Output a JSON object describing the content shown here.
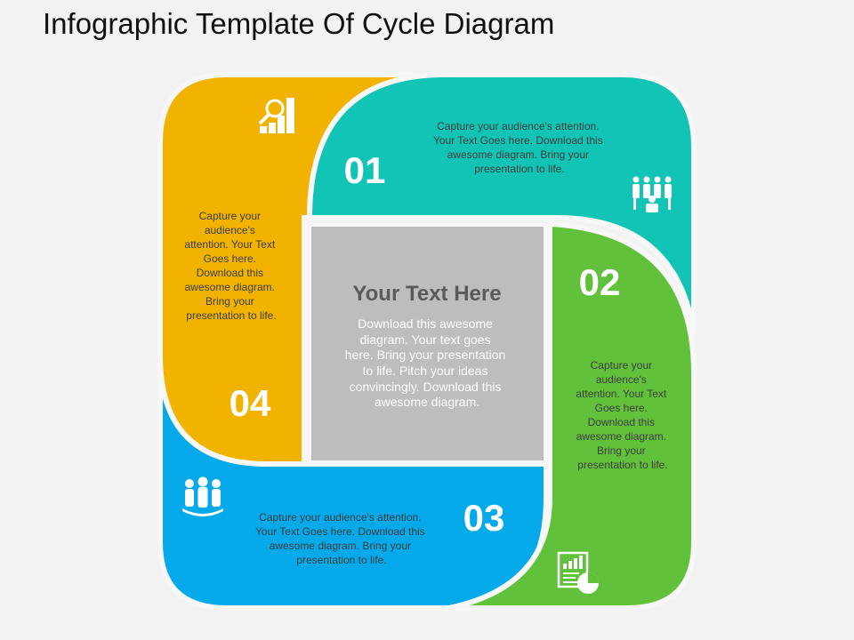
{
  "title": "Infographic Template Of Cycle Diagram",
  "colors": {
    "segment_01": "#12c4b5",
    "segment_02": "#61c13b",
    "segment_03": "#06aaea",
    "segment_04": "#f1b300",
    "center_box": "#bdbdbd",
    "background": "#f2f2f2"
  },
  "center": {
    "title": "Your Text Here",
    "lines": [
      "Download this awesome",
      "diagram. Your text goes",
      "here. Bring your presentation",
      "to life. Pitch your ideas",
      "convincingly. Download this",
      "awesome diagram."
    ]
  },
  "segments": [
    {
      "number": "01",
      "color": "teal",
      "icon": "team-meeting-icon",
      "lines": [
        "Capture your audience's attention.",
        "Your Text Goes here. Download this",
        "awesome diagram. Bring your",
        "presentation to life."
      ]
    },
    {
      "number": "02",
      "color": "green",
      "icon": "report-chart-icon",
      "lines": [
        "Capture your",
        "audience's",
        "attention. Your Text",
        "Goes here.",
        "Download this",
        "awesome diagram.",
        "Bring your",
        "presentation to life."
      ]
    },
    {
      "number": "03",
      "color": "blue",
      "icon": "group-people-icon",
      "lines": [
        "Capture your audience's attention.",
        "Your Text Goes here. Download this",
        "awesome diagram. Bring your",
        "presentation to life."
      ]
    },
    {
      "number": "04",
      "color": "yellow",
      "icon": "analytics-search-icon",
      "lines": [
        "Capture your",
        "audience's",
        "attention. Your Text",
        "Goes here.",
        "Download this",
        "awesome diagram.",
        "Bring your",
        "presentation to life."
      ]
    }
  ]
}
